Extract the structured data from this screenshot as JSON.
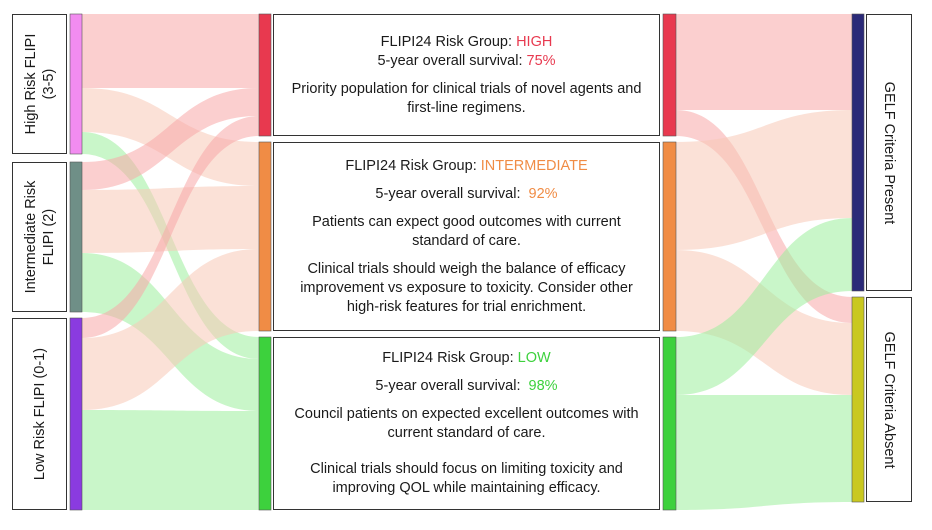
{
  "left_groups": [
    {
      "label_line1": "High Risk FLIPI",
      "label_line2": "(3-5)",
      "color": "#f28cf0"
    },
    {
      "label_line1": "Intermediate  Risk",
      "label_line2": "FLIPI (2)",
      "color": "#6f8f87"
    },
    {
      "label_line1": "Low Risk FLIPI (0-1)",
      "label_line2": "",
      "color": "#8a3be0"
    }
  ],
  "risk_groups": [
    {
      "prefix": "FLIPI24 Risk Group: ",
      "name": "HIGH",
      "color": "#e8394f",
      "survival_prefix": "5-year overall survival: ",
      "survival": "75%",
      "paragraphs": [
        "Priority population for clinical trials of novel agents and first-line regimens."
      ]
    },
    {
      "prefix": "FLIPI24 Risk Group: ",
      "name": "INTERMEDIATE",
      "color": "#f08c45",
      "survival_prefix": "5-year overall survival:  ",
      "survival": "92%",
      "paragraphs": [
        "Patients can expect good outcomes with current standard of care.",
        "Clinical trials should weigh the balance of efficacy improvement vs exposure to toxicity. Consider other high-risk features for trial enrichment."
      ]
    },
    {
      "prefix": "FLIPI24 Risk Group: ",
      "name": "LOW",
      "color": "#3dd13d",
      "survival_prefix": "5-year overall survival:  ",
      "survival": "98%",
      "paragraphs": [
        "Council patients on expected excellent outcomes with current standard of care.",
        "Clinical trials should focus on limiting toxicity and improving QOL while maintaining efficacy."
      ]
    }
  ],
  "outcomes": [
    {
      "label": "GELF Criteria Present",
      "color": "#2b2a78"
    },
    {
      "label": "GELF Criteria Absent",
      "color": "#c9c820"
    }
  ],
  "flow_colors": {
    "high": "#f7a8a8",
    "intermediate": "#f8c9b6",
    "low": "#9cef9c"
  }
}
